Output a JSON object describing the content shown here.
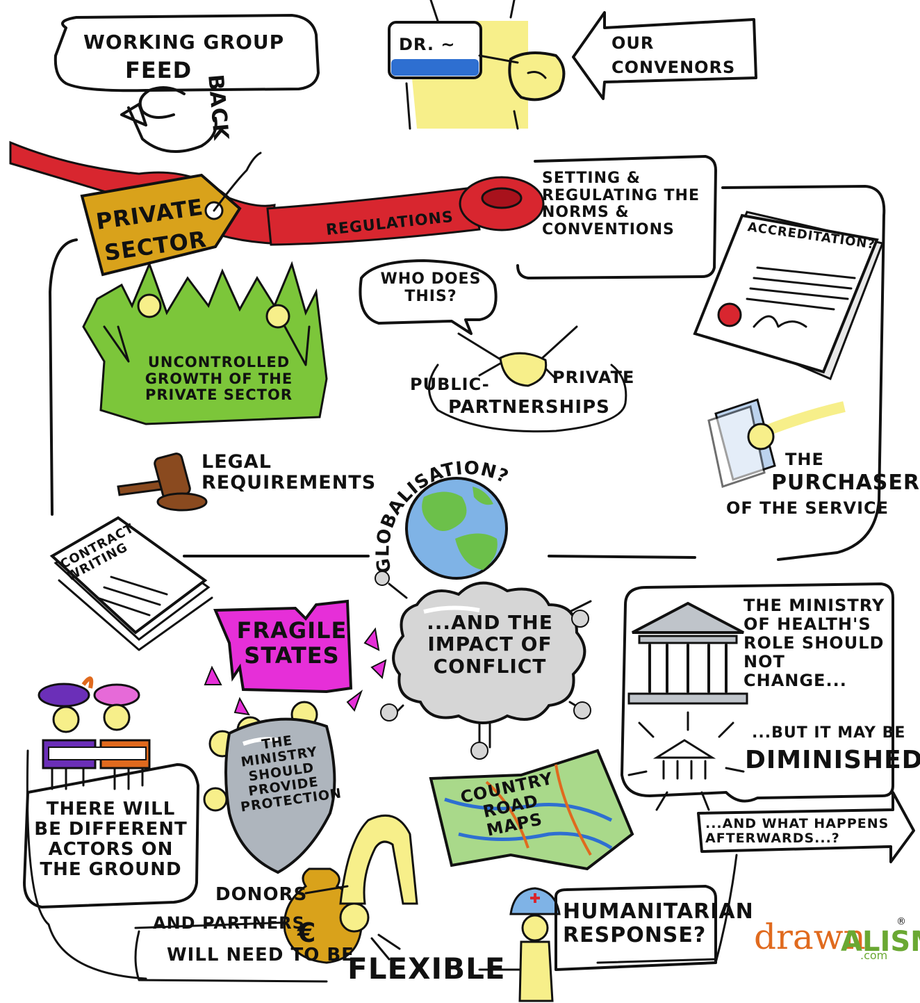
{
  "header": {
    "feedback_line1": "WORKING GROUP",
    "feedback_line2": "FEED",
    "feedback_line3": "BACK",
    "badge_text": "DR. ~",
    "convenors_line1": "OUR",
    "convenors_line2": "CONVENORS"
  },
  "private_sector": {
    "tag_line1": "PRIVATE",
    "tag_line2": "SECTOR",
    "ribbon": "REGULATIONS",
    "setting_text": "SETTING & REGULATING THE NORMS & CONVENTIONS",
    "grass_text": "UNCONTROLLED GROWTH OF THE PRIVATE SECTOR"
  },
  "partnerships": {
    "question": "WHO DOES THIS?",
    "label_left": "PUBLIC-",
    "label_right": "PRIVATE",
    "label_bottom": "PARTNERSHIPS"
  },
  "right_column": {
    "accreditation": "ACCREDITATION?",
    "purchaser_line1": "THE",
    "purchaser_line2": "PURCHASER",
    "purchaser_line3": "OF THE SERVICE"
  },
  "middle": {
    "legal": "LEGAL REQUIREMENTS",
    "globalisation": "GLOBALISATION?",
    "contract": "CONTRACT WRITING",
    "fragile": "FRAGILE STATES",
    "conflict": "...AND THE IMPACT OF CONFLICT",
    "road_maps": "COUNTRY ROAD MAPS"
  },
  "ministry": {
    "role": "THE MINISTRY OF HEALTH'S ROLE SHOULD NOT CHANGE...",
    "diminished_line1": "...BUT IT MAY BE",
    "diminished_line2": "DIMINISHED",
    "afterwards": "...AND WHAT HAPPENS AFTERWARDS...?",
    "shield": "THE MINISTRY SHOULD PROVIDE PROTECTION"
  },
  "bottom": {
    "actors": "THERE WILL BE DIFFERENT ACTORS ON THE GROUND",
    "donors_line1": "DONORS",
    "donors_line2": "AND PARTNERS",
    "donors_line3": "WILL NEED TO BE",
    "flexible": "FLEXIBLE",
    "humanitarian": "HUMANITARIAN RESPONSE?",
    "euro": "€"
  },
  "brand": {
    "name_a": "drawn",
    "name_b": "ALISM",
    "suffix": ".com",
    "reg": "®"
  },
  "colors": {
    "ribbon_red": "#d8262f",
    "tag_gold": "#d9a21b",
    "grass_green": "#7cc63a",
    "fragile_magenta": "#e62fd8",
    "globe_blue": "#7fb3e6",
    "globe_green": "#6cc04a",
    "shield_grey": "#aeb5bd",
    "highlight_yellow": "#f7ef8a",
    "badge_blue": "#2e6fd1",
    "brand_orange": "#e06a1e",
    "brand_green": "#6aa832"
  }
}
